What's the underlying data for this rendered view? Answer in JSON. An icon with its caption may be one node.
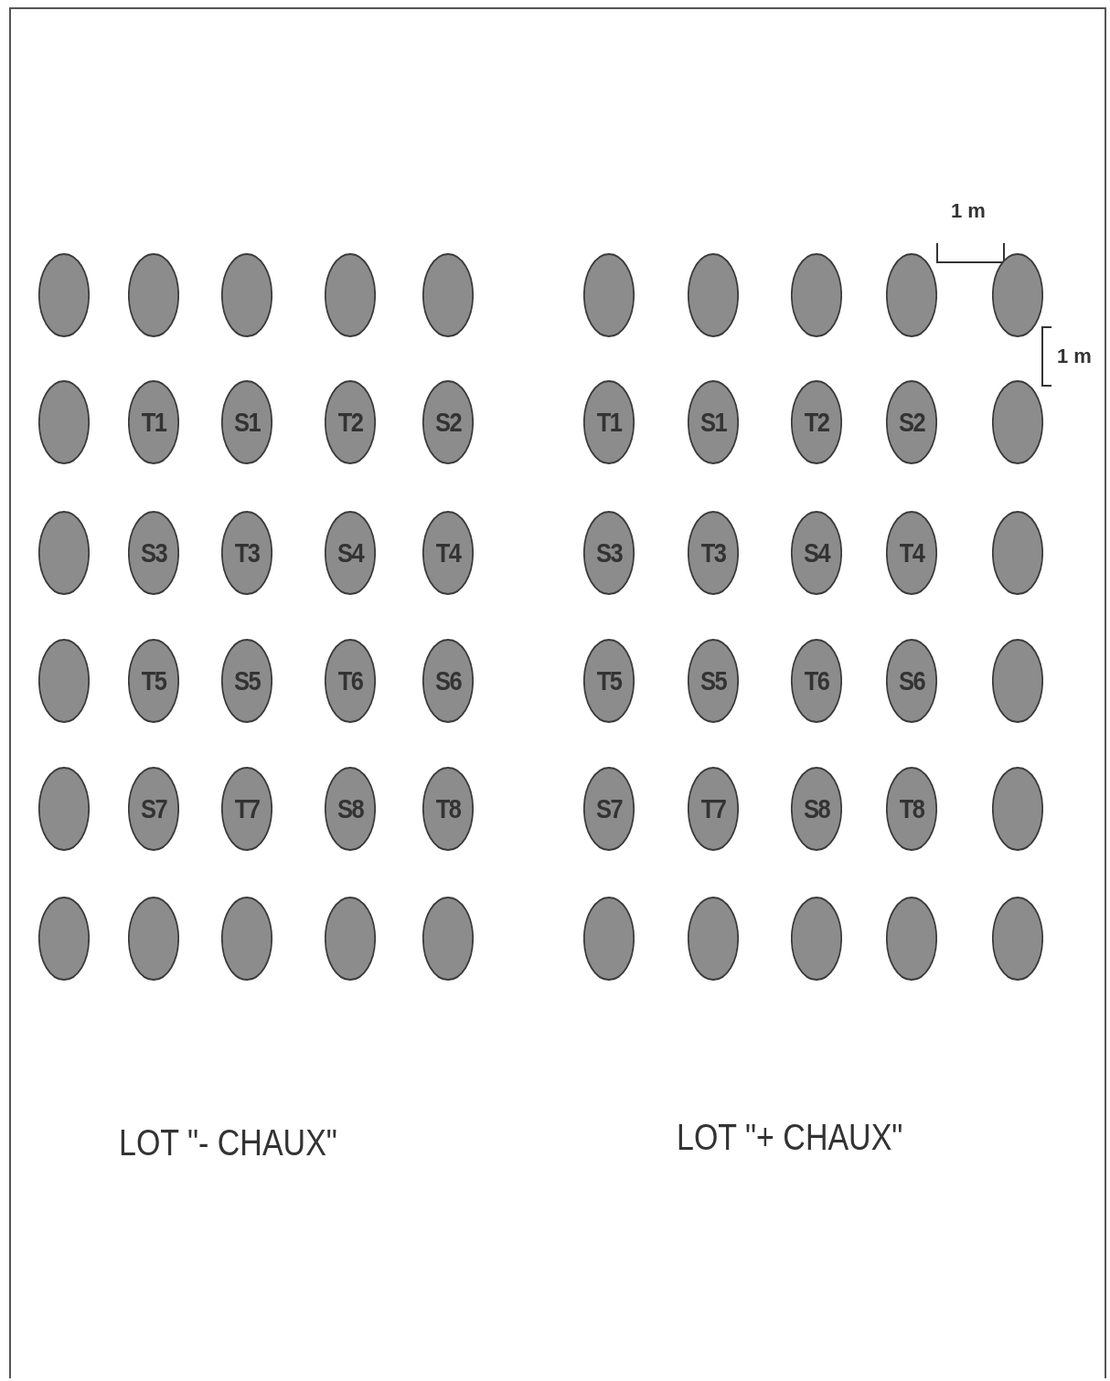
{
  "diagram": {
    "nodes": [
      {
        "text": [],
        "shape": "circle"
      },
      {
        "text": [],
        "shape": "circle"
      },
      {
        "text": [],
        "shape": "circle"
      },
      {
        "text": [],
        "shape": "circle"
      },
      {
        "text": [],
        "shape": "circle"
      },
      {
        "text": [],
        "shape": "circle"
      },
      {
        "text": [],
        "shape": "circle"
      },
      {
        "text": [],
        "shape": "circle"
      },
      {
        "text": [],
        "shape": "circle"
      },
      {
        "text": [],
        "shape": "circle"
      },
      {
        "text": [],
        "shape": "circle"
      },
      {
        "text": [
          "T1"
        ]
      },
      {
        "text": [
          "S1"
        ]
      },
      {
        "text": [
          "T2"
        ]
      },
      {
        "text": [
          "S2"
        ]
      },
      {
        "text": [
          "T1"
        ]
      },
      {
        "text": [
          "S1"
        ]
      },
      {
        "text": [
          "T2"
        ]
      },
      {
        "text": [
          "S2"
        ]
      },
      {
        "text": [],
        "shape": "circle"
      },
      {
        "text": [],
        "shape": "circle"
      },
      {
        "text": [
          "S3"
        ]
      },
      {
        "text": [
          "T3"
        ]
      },
      {
        "text": [
          "S4"
        ]
      },
      {
        "text": [
          "T4"
        ]
      },
      {
        "text": [
          "S3"
        ]
      },
      {
        "text": [
          "T3"
        ]
      },
      {
        "text": [
          "S4"
        ]
      },
      {
        "text": [
          "T4"
        ]
      },
      {
        "text": [],
        "shape": "circle"
      },
      {
        "text": [],
        "shape": "circle"
      },
      {
        "text": [
          "T5"
        ]
      },
      {
        "text": [
          "S5"
        ]
      },
      {
        "text": [
          "T6"
        ]
      },
      {
        "text": [
          "S6"
        ]
      },
      {
        "text": [
          "T5"
        ]
      },
      {
        "text": [
          "S5"
        ]
      },
      {
        "text": [
          "T6"
        ]
      },
      {
        "text": [
          "S6"
        ]
      },
      {
        "text": [],
        "shape": "circle"
      },
      {
        "text": [],
        "shape": "circle"
      },
      {
        "text": [
          "S7"
        ]
      },
      {
        "text": [
          "T7"
        ]
      },
      {
        "text": [
          "S8"
        ]
      },
      {
        "text": [
          "T8"
        ]
      },
      {
        "text": [
          "S7"
        ]
      },
      {
        "text": [
          "T7"
        ]
      },
      {
        "text": [
          "S8"
        ]
      },
      {
        "text": [
          "T8"
        ]
      },
      {
        "text": [],
        "shape": "circle"
      },
      {
        "text": [],
        "shape": "circle"
      },
      {
        "text": [],
        "shape": "circle"
      },
      {
        "text": [],
        "shape": "circle"
      },
      {
        "text": [],
        "shape": "circle"
      },
      {
        "text": [],
        "shape": "circle"
      },
      {
        "text": [],
        "shape": "circle"
      },
      {
        "text": [],
        "shape": "circle"
      },
      {
        "text": [],
        "shape": "circle"
      },
      {
        "text": [],
        "shape": "circle"
      },
      {
        "text": [],
        "shape": "circle"
      }
    ],
    "labels": [
      "1 m",
      "1 m",
      "LOT \"- CHAUX\"",
      "LOT \"+ CHAUX\""
    ]
  }
}
